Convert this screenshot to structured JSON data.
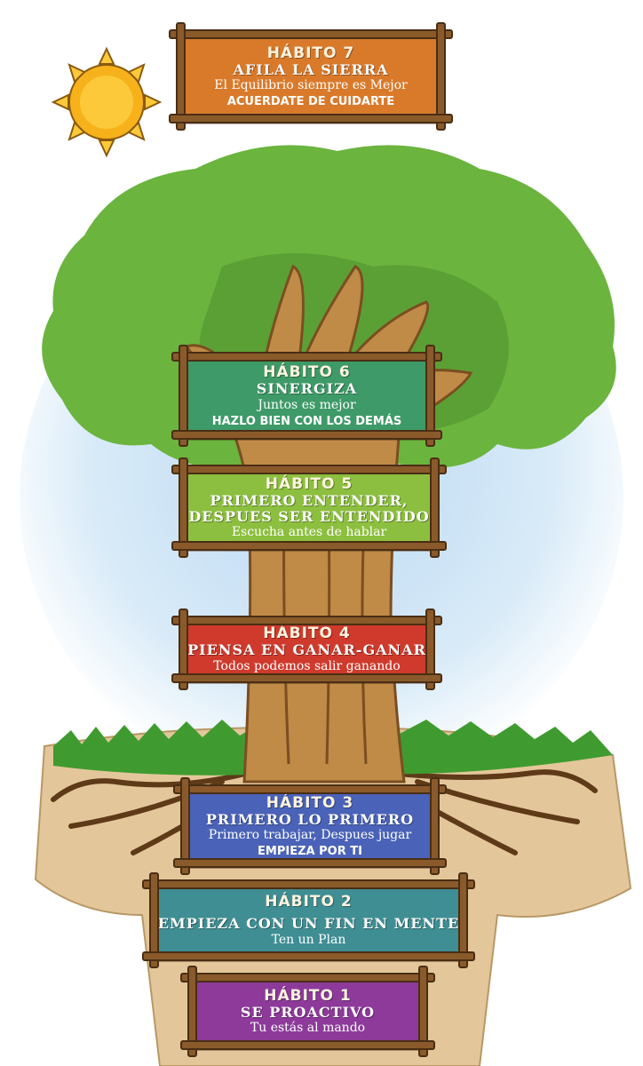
{
  "colors": {
    "sky": "#9cc4e8",
    "foliage": "#6bb43e",
    "foliage_dark": "#4f8f2c",
    "trunk": "#c08a47",
    "trunk_dark": "#7a4e22",
    "ground": "#e3c79a",
    "grass": "#3f9b2f",
    "sun": "#f7b21b",
    "frame": "#8a5a2b"
  },
  "habits": [
    {
      "number": "HÁBITO 7",
      "title": "AFILA LA SIERRA",
      "tagline": "El Equilibrio siempre es Mejor",
      "action": "ACUERDATE DE CUIDARTE",
      "color": "#d97a2b"
    },
    {
      "number": "HÁBITO 6",
      "title": "SINERGIZA",
      "tagline": "Juntos es mejor",
      "action": "HAZLO BIEN CON LOS DEMÁS",
      "color": "#3e9a68"
    },
    {
      "number": "HÁBITO 5",
      "title": "PRIMERO ENTENDER,",
      "title2": "DESPUES SER ENTENDIDO",
      "tagline": "Escucha antes de hablar",
      "color": "#8cbf3f"
    },
    {
      "number": "HÁBITO 4",
      "title": "PIENSA EN GANAR-GANAR",
      "tagline": "Todos podemos salir ganando",
      "color": "#cf3a2c"
    },
    {
      "number": "HÁBITO 3",
      "title": "PRIMERO LO PRIMERO",
      "tagline": "Primero trabajar, Despues jugar",
      "action": "EMPIEZA POR TI",
      "color": "#4a63b8"
    },
    {
      "number": "HÁBITO 2",
      "title": "EMPIEZA CON UN FIN EN MENTE",
      "tagline": "Ten un Plan",
      "color": "#3f8e93"
    },
    {
      "number": "HÁBITO 1",
      "title": "SE PROACTIVO",
      "tagline": "Tu estás al mando",
      "color": "#8d3a9a"
    }
  ]
}
